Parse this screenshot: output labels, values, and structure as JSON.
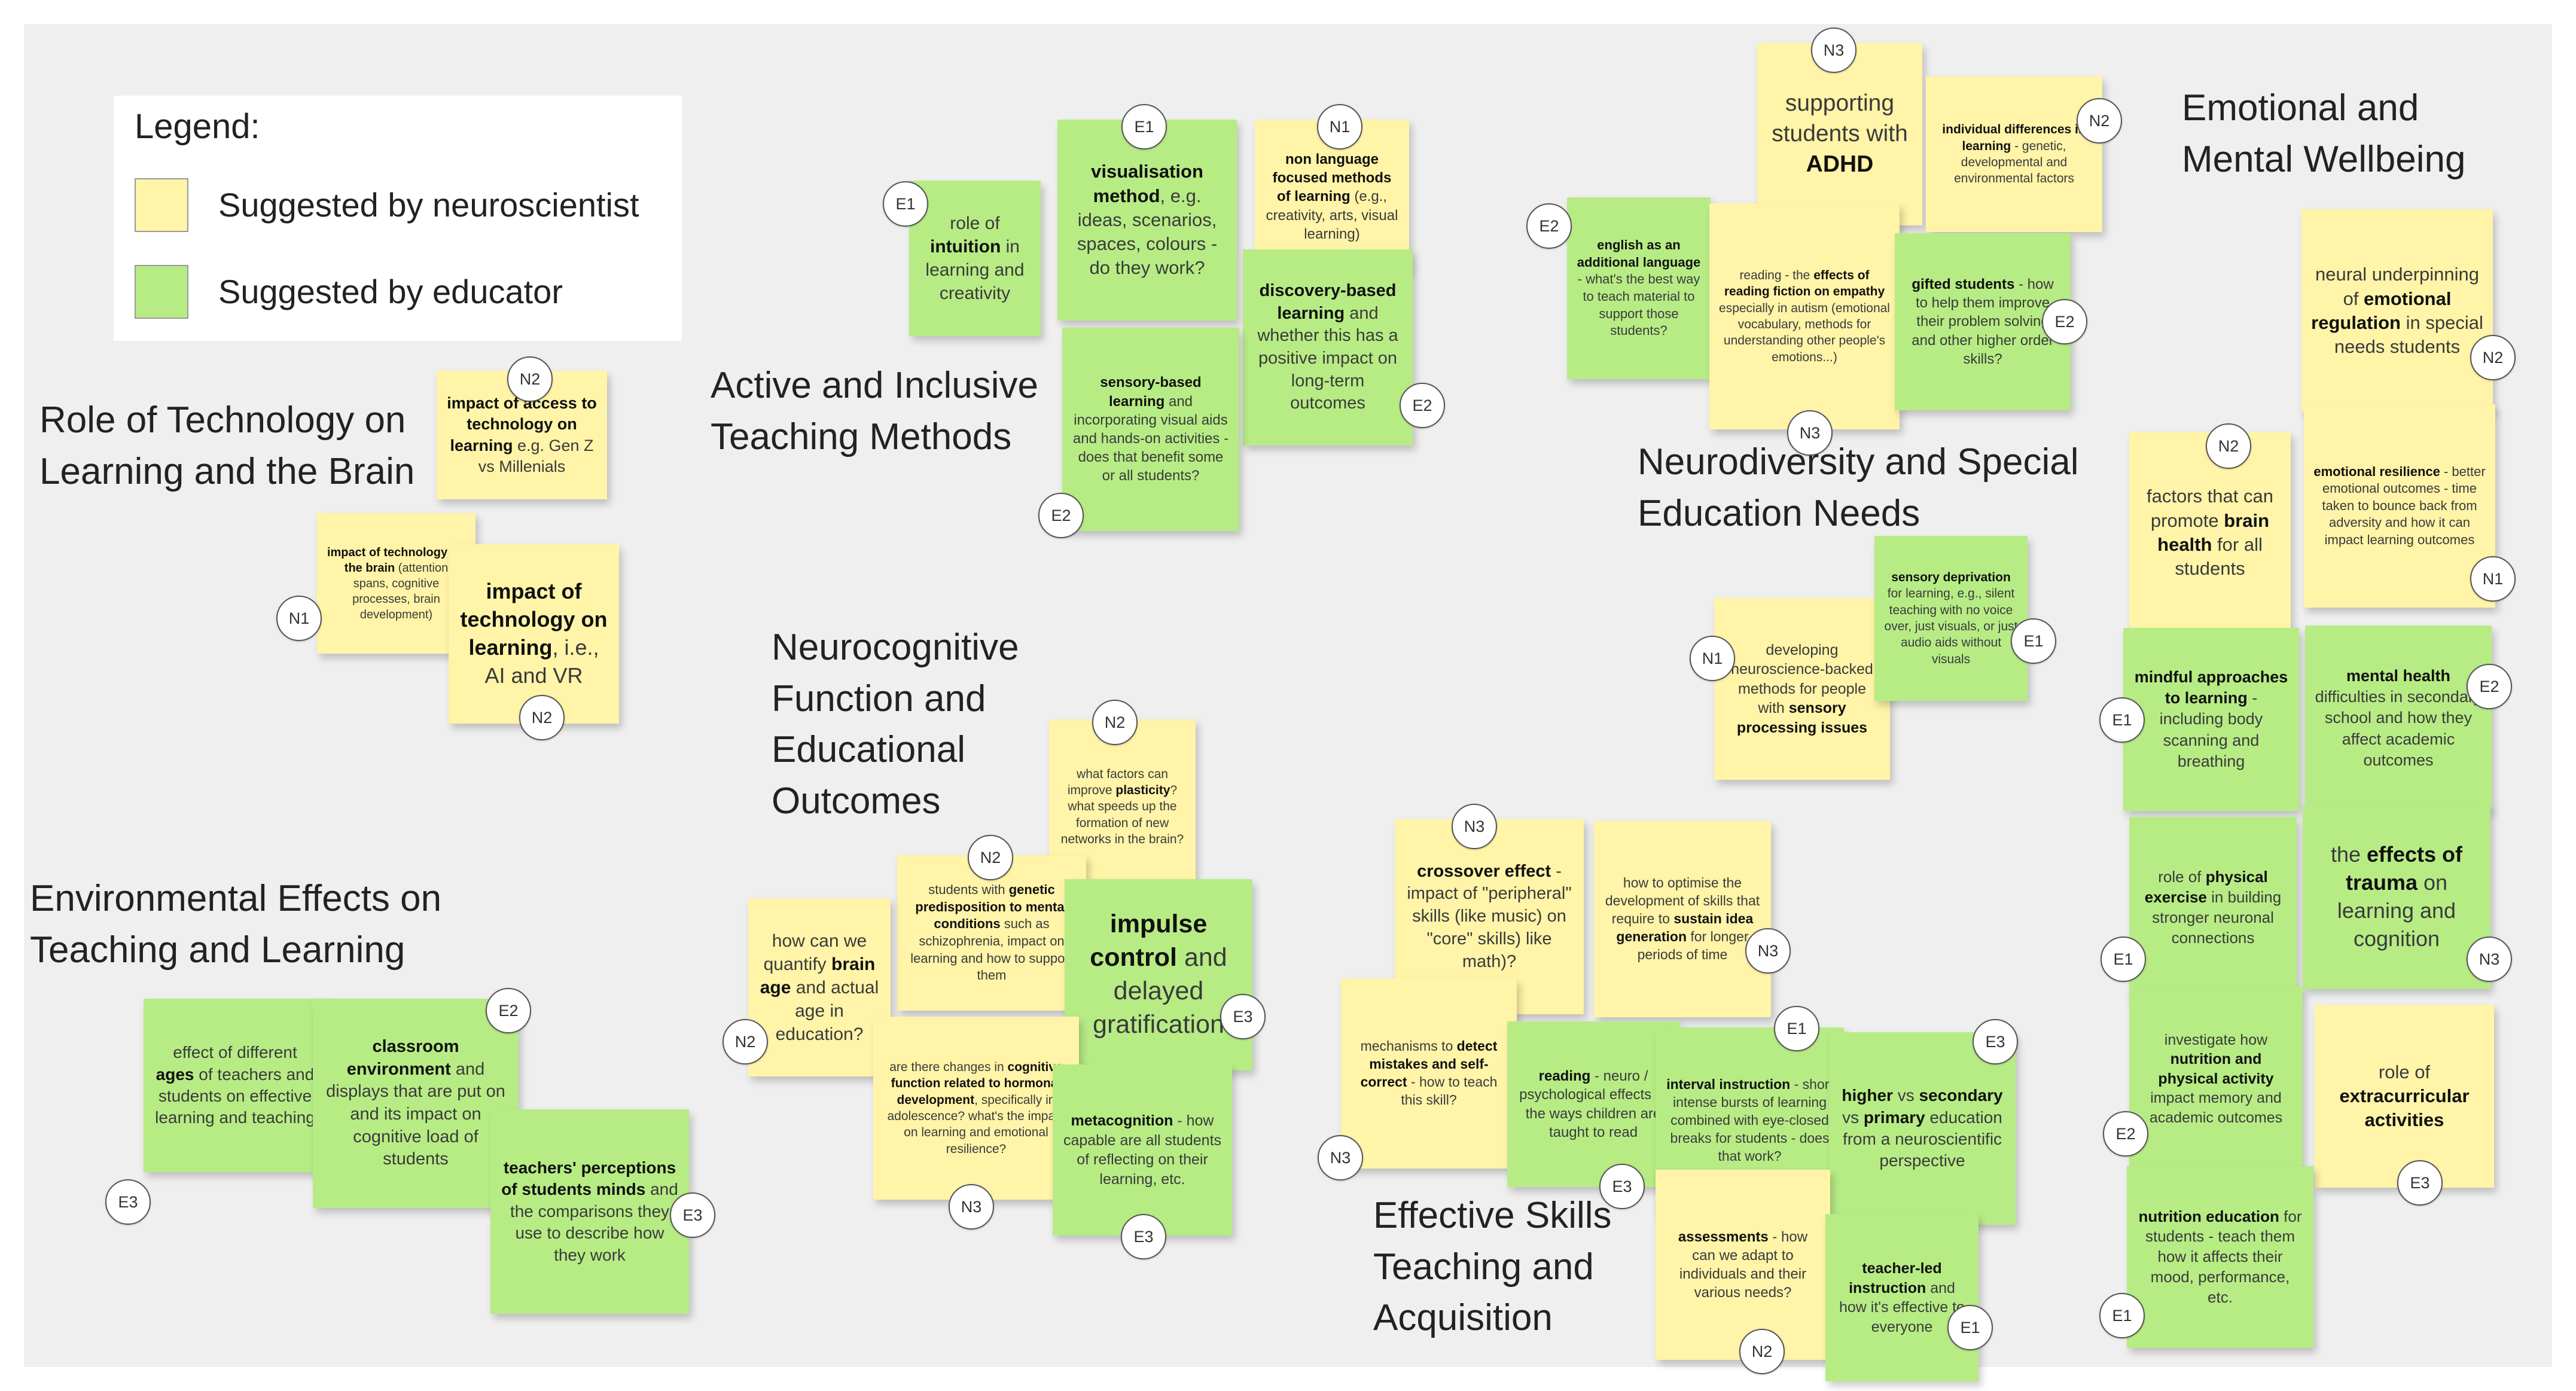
{
  "legend": {
    "title": "Legend:",
    "items": [
      {
        "label": "Suggested by neuroscientist",
        "color": "#fff4a8"
      },
      {
        "label": "Suggested by educator",
        "color": "#b7ec85"
      }
    ]
  },
  "headings": [
    {
      "id": "tech",
      "lines": [
        "Role of Technology on",
        "Learning and the Brain"
      ]
    },
    {
      "id": "active",
      "lines": [
        "Active and Inclusive",
        "Teaching Methods"
      ]
    },
    {
      "id": "neurocog",
      "lines": [
        "Neurocognitive",
        "Function and",
        "Educational",
        "Outcomes"
      ]
    },
    {
      "id": "env",
      "lines": [
        "Environmental Effects on",
        "Teaching and Learning"
      ]
    },
    {
      "id": "neurodiv",
      "lines": [
        "Neurodiversity and Special",
        "Education Needs"
      ]
    },
    {
      "id": "skills",
      "lines": [
        "Effective Skills",
        "Teaching and",
        "Acquisition"
      ]
    },
    {
      "id": "emo",
      "lines": [
        "Emotional and",
        "Mental Wellbeing"
      ]
    }
  ],
  "notes": [
    {
      "id": "t1",
      "color": "neuroscientist",
      "badge": "N2",
      "text": "[[impact of access to technology on learning]] e.g. Gen Z vs Millenials"
    },
    {
      "id": "t2",
      "color": "neuroscientist",
      "badge": "N1",
      "text": "[[impact of technology on the brain]] (attention spans, cognitive processes, brain development)"
    },
    {
      "id": "t3",
      "color": "neuroscientist",
      "badge": "N2",
      "text": "[[impact of technology on learning]], i.e., AI and VR"
    },
    {
      "id": "a1",
      "color": "educator",
      "badge": "E1",
      "text": "role of [[intuition]] in learning and creativity"
    },
    {
      "id": "a2",
      "color": "educator",
      "badge": "E1",
      "text": "[[visualisation method]], e.g. ideas, scenarios, spaces, colours - do they work?"
    },
    {
      "id": "a3",
      "color": "neuroscientist",
      "badge": "N1",
      "text": "[[non language focused methods of learning]] (e.g., creativity, arts, visual learning)"
    },
    {
      "id": "a4",
      "color": "educator",
      "badge": "E2",
      "text": "[[discovery-based learning]] and whether this has a positive impact on long-term outcomes"
    },
    {
      "id": "a5",
      "color": "educator",
      "badge": "E2",
      "text": "[[sensory-based learning]] and incorporating visual aids and hands-on activities - does that benefit some or all students?"
    },
    {
      "id": "c1",
      "color": "neuroscientist",
      "badge": "N2",
      "text": "what factors can improve [[plasticity]]? what speeds up the formation of new networks in the brain?"
    },
    {
      "id": "c2",
      "color": "neuroscientist",
      "badge": "N2",
      "text": "students with [[genetic predisposition to mental conditions]] such as schizophrenia, impact on learning and how to support them"
    },
    {
      "id": "c3",
      "color": "neuroscientist",
      "badge": "N2",
      "text": "how can we quantify [[brain age]] and actual age in education?"
    },
    {
      "id": "c4",
      "color": "educator",
      "badge": "E3",
      "text": "[[impulse control]] and delayed gratification"
    },
    {
      "id": "c5",
      "color": "neuroscientist",
      "badge": "N3",
      "text": "are there changes in [[cognitive function related to hormonal development]], specifically in adolescence? what's the impact on learning and emotional resilience?"
    },
    {
      "id": "c6",
      "color": "educator",
      "badge": "E3",
      "text": "[[metacognition]] - how capable are all students of reflecting on their learning, etc."
    },
    {
      "id": "v1",
      "color": "educator",
      "badge": "E3",
      "text": "effect of different [[ages]] of teachers and students on effective learning and teaching"
    },
    {
      "id": "v2",
      "color": "educator",
      "badge": "E2",
      "text": "[[classroom environment]] and displays that are put on and its impact on cognitive load of students"
    },
    {
      "id": "v3",
      "color": "educator",
      "badge": "E3",
      "text": "[[teachers' perceptions of students minds]] and the comparisons they use to describe how they work"
    },
    {
      "id": "d1",
      "color": "neuroscientist",
      "badge": "N3",
      "text": "supporting students with [[ADHD]]"
    },
    {
      "id": "d2",
      "color": "neuroscientist",
      "badge": "N2",
      "text": "[[individual differences in learning]] - genetic, developmental and environmental factors"
    },
    {
      "id": "d3",
      "color": "educator",
      "badge": "E2",
      "text": "[[english as an additional language]] - what's the best way to teach material to support those students?"
    },
    {
      "id": "d4",
      "color": "neuroscientist",
      "badge": "N3",
      "text": "reading - the [[effects of reading fiction on empathy]] especially in autism (emotional vocabulary, methods for understanding other people's emotions...)"
    },
    {
      "id": "d5",
      "color": "educator",
      "badge": "E2",
      "text": "[[gifted students]] - how to help them improve their problem solving and other higher order skills?"
    },
    {
      "id": "d6",
      "color": "neuroscientist",
      "badge": "N1",
      "text": "developing neuroscience-backed methods for people with [[sensory processing issues]]"
    },
    {
      "id": "d7",
      "color": "educator",
      "badge": "E1",
      "text": "[[sensory deprivation]] for learning, e.g., silent teaching with no voice over, just visuals, or just audio aids without visuals"
    },
    {
      "id": "s1",
      "color": "neuroscientist",
      "badge": "N3",
      "text": "[[crossover effect]] - impact of \"peripheral\" skills (like music) on \"core\" skills) like math)?"
    },
    {
      "id": "s2",
      "color": "neuroscientist",
      "badge": "N3",
      "text": "how to optimise the development of skills that require to [[sustain idea generation]] for longer periods of time"
    },
    {
      "id": "s3",
      "color": "neuroscientist",
      "badge": "N3",
      "text": "mechanisms to [[detect mistakes and self-correct]] - how to teach this skill?"
    },
    {
      "id": "s4",
      "color": "educator",
      "badge": "E3",
      "text": "[[reading]] - neuro / psychological effects of the ways children are taught to read"
    },
    {
      "id": "s5",
      "color": "educator",
      "badge": "E1",
      "text": "[[interval instruction]] - short intense bursts of learning combined with eye-closed breaks for students - does that work?"
    },
    {
      "id": "s6",
      "color": "educator",
      "badge": "E3",
      "text": "[[higher]] vs [[secondary]] vs [[primary]] education from a neuroscientific perspective"
    },
    {
      "id": "s7",
      "color": "neuroscientist",
      "badge": "N2",
      "text": "[[assessments]] - how can we adapt to individuals and their various needs?"
    },
    {
      "id": "s8",
      "color": "educator",
      "badge": "E1",
      "text": "[[teacher-led instruction]] and how it's effective to everyone"
    },
    {
      "id": "w1",
      "color": "neuroscientist",
      "badge": "N2",
      "text": "neural underpinning of [[emotional regulation]] in special needs students"
    },
    {
      "id": "w2",
      "color": "neuroscientist",
      "badge": "N2",
      "text": "factors that can promote [[brain health]] for all students"
    },
    {
      "id": "w3",
      "color": "neuroscientist",
      "badge": "N1",
      "text": "[[emotional resilience]] - better emotional outcomes - time taken to bounce back from adversity and how it can impact learning outcomes"
    },
    {
      "id": "w4",
      "color": "educator",
      "badge": "E1",
      "text": "[[mindful approaches to learning]] - including body scanning and breathing"
    },
    {
      "id": "w5",
      "color": "educator",
      "badge": "E2",
      "text": "[[mental health]] difficulties in secondary school and how they affect academic outcomes"
    },
    {
      "id": "w6",
      "color": "educator",
      "badge": "E1",
      "text": "role of [[physical exercise]] in building stronger neuronal connections"
    },
    {
      "id": "w7",
      "color": "educator",
      "badge": "N3",
      "text": "the [[effects of trauma]] on learning and cognition"
    },
    {
      "id": "w8",
      "color": "educator",
      "badge": "E2",
      "text": "investigate how [[nutrition and physical activity]] impact memory and academic outcomes"
    },
    {
      "id": "w9",
      "color": "neuroscientist",
      "badge": "E3",
      "text": "role of [[extracurricular activities]]"
    },
    {
      "id": "w10",
      "color": "educator",
      "badge": "E1",
      "text": "[[nutrition education]] for students - teach them how it affects their mood, performance, etc."
    }
  ]
}
